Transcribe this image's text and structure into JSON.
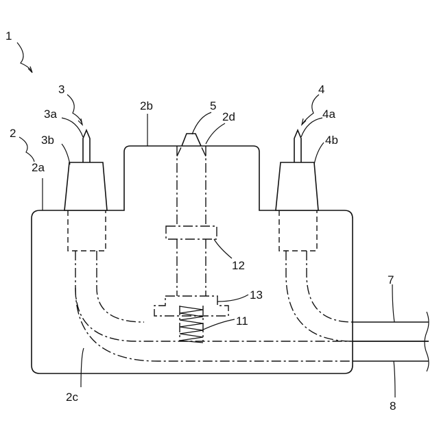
{
  "labels": {
    "l1": "1",
    "l2": "2",
    "l2a": "2a",
    "l2b": "2b",
    "l2c": "2c",
    "l2d": "2d",
    "l3": "3",
    "l3a": "3a",
    "l3b": "3b",
    "l4": "4",
    "l4a": "4a",
    "l4b": "4b",
    "l5": "5",
    "l7": "7",
    "l8": "8",
    "l11": "11",
    "l12": "12",
    "l13": "13"
  }
}
